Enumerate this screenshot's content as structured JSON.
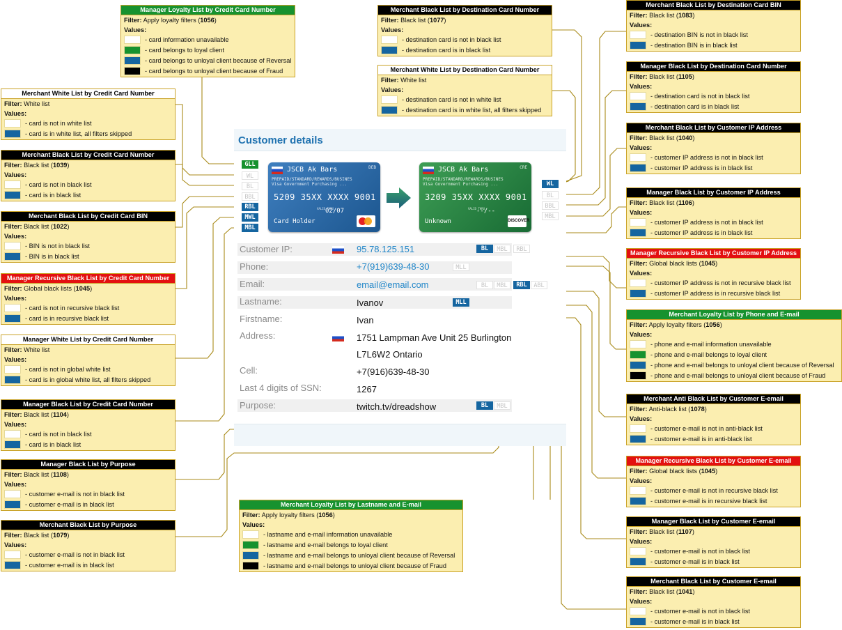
{
  "customer_details": {
    "title": "Customer details",
    "cards": [
      {
        "bank": "JSCB Ak Bars",
        "type": "DEB",
        "line1": "PREPAID/STANDARD/REWARDS/BUSINES",
        "line2": "Visa Government Purchasing ...",
        "number": "5209 35XX XXXX 9001",
        "valid_label": "VALID THRU",
        "expiry": "02/07",
        "holder": "Card Holder",
        "network": "MasterCard"
      },
      {
        "bank": "JSCB Ak Bars",
        "type": "CRE",
        "line1": "PREPAID/STANDARD/REWARDS/BUSINES",
        "line2": "Visa Government Purchasing ...",
        "number": "3209 35XX XXXX 9001",
        "valid_label": "VALID THRU",
        "expiry": "--/--",
        "holder": "Unknown",
        "network": "DISCOVER"
      }
    ],
    "fields": {
      "ip": {
        "label": "Customer IP:",
        "value": "95.78.125.151"
      },
      "phone": {
        "label": "Phone:",
        "value": "+7(919)639-48-30"
      },
      "email": {
        "label": "Email:",
        "value": "email@email.com"
      },
      "lastname": {
        "label": "Lastname:",
        "value": "Ivanov"
      },
      "firstname": {
        "label": "Firstname:",
        "value": "Ivan"
      },
      "address": {
        "label": "Address:",
        "value1": "1751 Lampman Ave Unit 25 Burlington",
        "value2": "L7L6W2 Ontario"
      },
      "cell": {
        "label": "Cell:",
        "value": "+7(916)639-48-30"
      },
      "ssn": {
        "label": "Last 4 digits of SSN:",
        "value": "1267"
      },
      "purpose": {
        "label": "Purpose:",
        "value": "twitch.tv/dreadshow"
      }
    },
    "tags": {
      "src_card": [
        "GLL",
        "WL",
        "BL",
        "BBL",
        "RBL",
        "MWL",
        "MBL"
      ],
      "dst_card": [
        "WL",
        "BL",
        "BBL",
        "MBL"
      ],
      "ip": [
        "BL",
        "MBL",
        "RBL"
      ],
      "phone": [
        "MLL"
      ],
      "email": [
        "BL",
        "MBL",
        "RBL",
        "ABL"
      ],
      "lastname": [
        "MLL"
      ],
      "purpose": [
        "BL",
        "MBL"
      ]
    }
  },
  "boxes": {
    "mgr_loyalty_card": {
      "title": "Manager Loyalty List by Credit Card Number",
      "filter": "Apply loyalty filters",
      "code": "1056",
      "values": [
        "card information unavailable",
        "card belongs to loyal client",
        "card belongs to unloyal client because of Reversal",
        "card belongs to unloyal client because of Fraud"
      ]
    },
    "mer_wl_card": {
      "title": "Merchant White List by Credit Card Number",
      "filter": "White list",
      "code": "",
      "values": [
        "card is not in white list",
        "card is in white list, all filters skipped"
      ]
    },
    "mer_bl_card": {
      "title": "Merchant Black List by Credit Card Number",
      "filter": "Black list",
      "code": "1039",
      "values": [
        "card is not in black list",
        "card is in black list"
      ]
    },
    "mer_bl_bin": {
      "title": "Merchant Black List by Credit Card BIN",
      "filter": "Black list",
      "code": "1022",
      "values": [
        "BIN is not in black list",
        "BIN is in black list"
      ]
    },
    "mgr_rbl_card": {
      "title": "Manager Recursive Black List by Credit Card Number",
      "filter": "Global black lists",
      "code": "1045",
      "values": [
        "card is not in recursive black list",
        "card is in recursive black list"
      ]
    },
    "mgr_wl_card": {
      "title": "Manager White List by Credit Card Number",
      "filter": "White list",
      "code": "",
      "values": [
        "card is not in global white list",
        "card is in global white list, all filters skipped"
      ]
    },
    "mgr_bl_card": {
      "title": "Manager Black List by Credit Card Number",
      "filter": "Black list",
      "code": "1104",
      "values": [
        "card is not in black list",
        "card is in black list"
      ]
    },
    "mgr_bl_purpose": {
      "title": "Manager Black List by Purpose",
      "filter": "Black list",
      "code": "1108",
      "values": [
        "customer e-mail is not in black list",
        "customer e-mail is in black list"
      ]
    },
    "mer_bl_purpose": {
      "title": "Merchant Black List by Purpose",
      "filter": "Black list",
      "code": "1079",
      "values": [
        "customer e-mail is not in black list",
        "customer e-mail is in black list"
      ]
    },
    "mer_bl_dest": {
      "title": "Merchant Black List by Destination Card Number",
      "filter": "Black list",
      "code": "1077",
      "values": [
        "destination card is not in black list",
        "destination card is in black list"
      ]
    },
    "mer_wl_dest": {
      "title": "Merchant White List by Destination Card Number",
      "filter": "White list",
      "code": "",
      "values": [
        "destination card is not in white list",
        "destination card is in white list, all filters skipped"
      ]
    },
    "mer_loyalty_lastname": {
      "title": "Merchant Loyalty List by Lastname and E-mail",
      "filter": "Apply loyalty filters",
      "code": "1056",
      "values": [
        "lastname and e-mail information unavailable",
        "lastname and e-mail belongs to loyal client",
        "lastname and e-mail belongs to unloyal client because of Reversal",
        "lastname and e-mail belongs to unloyal client because of Fraud"
      ]
    },
    "mer_bl_dest_bin": {
      "title": "Merchant Black List by Destination Card BIN",
      "filter": "Black list",
      "code": "1083",
      "values": [
        "destination BIN is not in black list",
        "destination BIN is in black list"
      ]
    },
    "mgr_bl_dest": {
      "title": "Manager Black List by Destination Card Number",
      "filter": "Black list",
      "code": "1105",
      "values": [
        "destination card is not in black list",
        "destination card is in black list"
      ]
    },
    "mer_bl_ip": {
      "title": "Merchant Black List by Customer IP Address",
      "filter": "Black list",
      "code": "1040",
      "values": [
        "customer IP address is not in black list",
        "customer IP address is in black list"
      ]
    },
    "mgr_bl_ip": {
      "title": "Manager Black List by Customer IP Address",
      "filter": "Black list",
      "code": "1106",
      "values": [
        "customer IP address is not in black list",
        "customer IP address is in black list"
      ]
    },
    "mgr_rbl_ip": {
      "title": "Manager Recursive Black List by Customer IP Address",
      "filter": "Global black lists",
      "code": "1045",
      "values": [
        "customer IP address is not in recursive black list",
        "customer IP address is in recursive black list"
      ]
    },
    "mer_loyalty_phone": {
      "title": "Merchant Loyalty List by Phone and E-mail",
      "filter": "Apply loyalty filters",
      "code": "1056",
      "values": [
        "phone and e-mail information unavailable",
        "phone and e-mail belongs to loyal client",
        "phone and e-mail belongs to unloyal client because of Reversal",
        "phone and e-mail belongs to unloyal client because of Fraud"
      ]
    },
    "mer_abl_email": {
      "title": "Merchant Anti Black List by Customer E-email",
      "filter": "Anti-black list",
      "code": "1078",
      "values": [
        "customer e-mail is not in anti-black list",
        "customer e-mail is in anti-black list"
      ]
    },
    "mgr_rbl_email": {
      "title": "Manager Recursive Black List by Customer E-email",
      "filter": "Global black lists",
      "code": "1045",
      "values": [
        "customer e-mail is not in recursive black list",
        "customer e-mail is in recursive black list"
      ]
    },
    "mgr_bl_email": {
      "title": "Manager Black List by Customer E-email",
      "filter": "Black list",
      "code": "1107",
      "values": [
        "customer e-mail is not in black list",
        "customer e-mail is in black list"
      ]
    },
    "mer_bl_email": {
      "title": "Merchant Black List by Customer E-email",
      "filter": "Black list",
      "code": "1041",
      "values": [
        "customer e-mail is not in black list",
        "customer e-mail is in black list"
      ]
    }
  },
  "common": {
    "filter_label": "Filter:",
    "values_label": "Values:"
  },
  "colors": {
    "white": "#ffffff",
    "green": "#17922f",
    "blue": "#1565a0",
    "black": "#000000",
    "red": "#e31010",
    "panel_title": "#1f72b0",
    "wire": "#a88a18"
  }
}
